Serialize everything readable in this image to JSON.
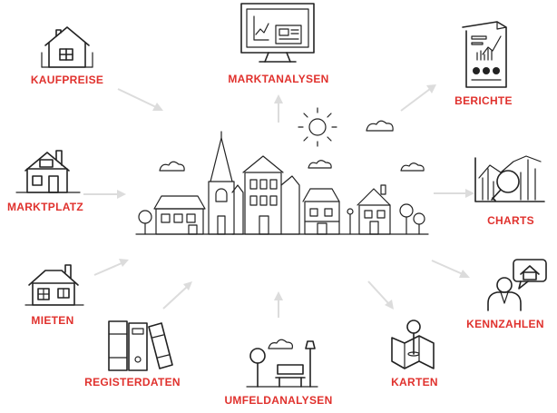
{
  "labels": {
    "kaufpreise": "KAUFPREISE",
    "marktanalysen": "MARKTANALYSEN",
    "berichte": "BERICHTE",
    "marktplatz": "MARKTPLATZ",
    "charts": "CHARTS",
    "mieten": "MIETEN",
    "kennzahlen": "KENNZAHLEN",
    "registerdaten": "REGISTERDATEN",
    "umfeldanalysen": "UMFELDANALYSEN",
    "karten": "KARTEN"
  },
  "colors": {
    "label": "#e0312d",
    "icon": "#222222",
    "arrow": "#dcdcdc"
  },
  "icons": [
    "house-icon",
    "monitor-chart-icon",
    "report-document-icon",
    "townhouse-icon",
    "magnifier-chart-icon",
    "rental-house-icon",
    "person-house-icon",
    "binders-icon",
    "park-bench-icon",
    "map-pin-icon",
    "city-skyline-icon"
  ]
}
